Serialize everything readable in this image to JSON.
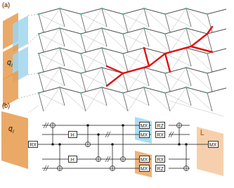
{
  "diagram": {
    "nodes": [
      {
        "text": [
          "RX"
        ]
      },
      {
        "text": [
          "H"
        ]
      },
      {
        "text": [
          "H"
        ]
      },
      {
        "text": [
          "MX"
        ]
      },
      {
        "text": [
          "RZ"
        ]
      },
      {
        "text": [
          "MX"
        ]
      },
      {
        "text": [
          "RX"
        ]
      },
      {
        "text": [
          "MX"
        ]
      },
      {
        "text": [
          "RX"
        ]
      },
      {
        "text": [
          "MX"
        ]
      },
      {
        "text": [
          "RZ"
        ]
      },
      {
        "text": [
          "MX"
        ]
      }
    ],
    "labels": [
      "(a)",
      "q",
      "i",
      "(b)",
      "q",
      "i",
      "L"
    ]
  }
}
